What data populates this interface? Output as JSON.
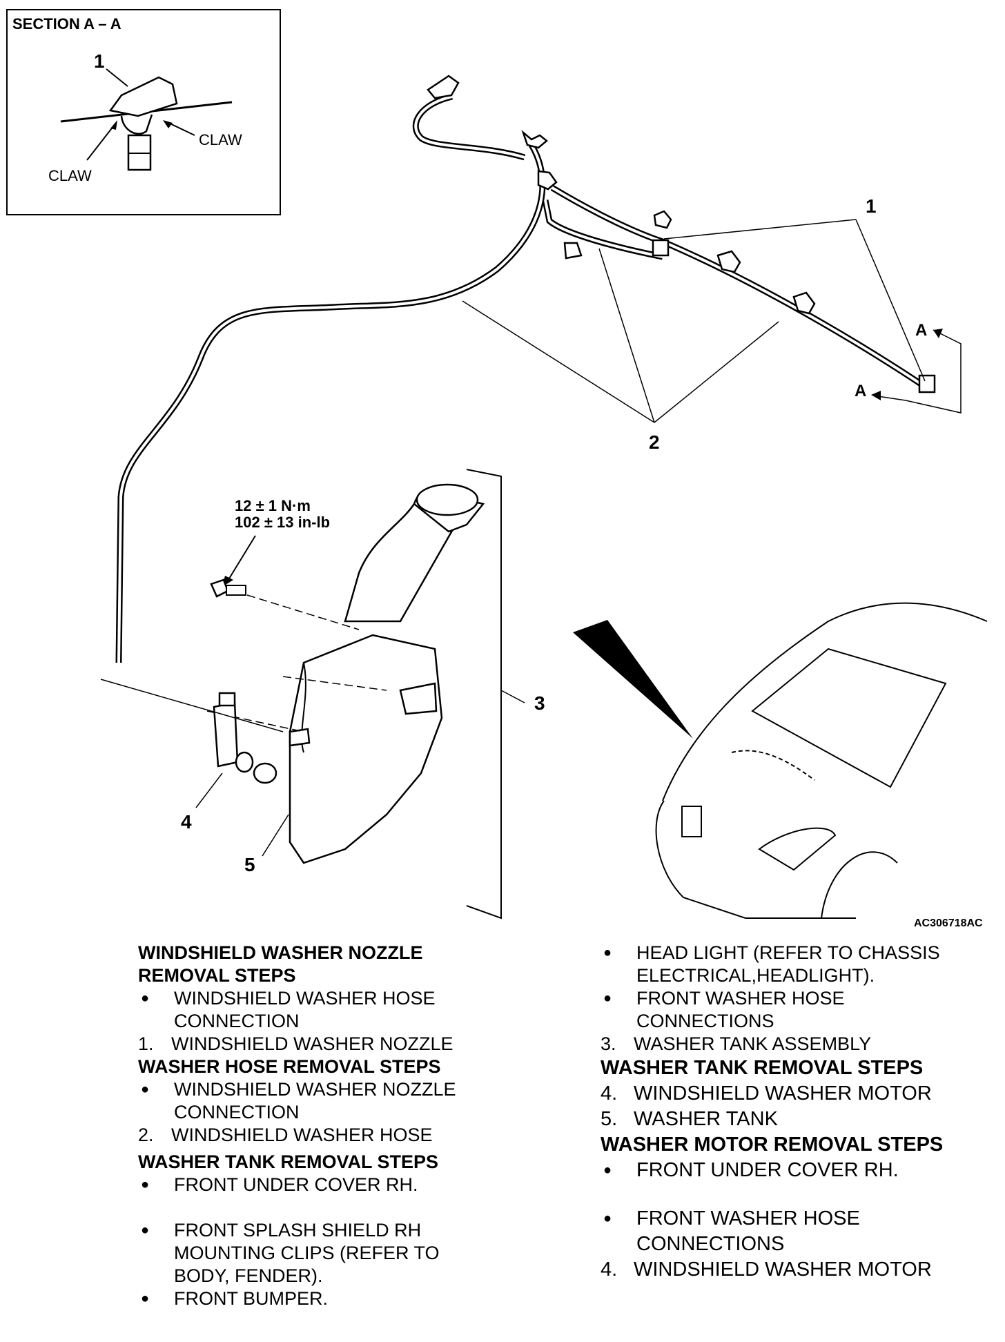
{
  "section": {
    "title": "SECTION A – A",
    "callout": "1",
    "claw_left": "CLAW",
    "claw_right": "CLAW"
  },
  "callouts": {
    "c1": "1",
    "c2": "2",
    "c3": "3",
    "c4": "4",
    "c5": "5",
    "arrow_top": "A",
    "arrow_bottom": "A"
  },
  "torque": {
    "line1": "12 ± 1 N·m",
    "line2": "102 ± 13 in-lb"
  },
  "figure_id": "AC306718AC",
  "col1": {
    "h1a": "WINDSHIELD WASHER NOZZLE",
    "h1b": "REMOVAL STEPS",
    "i1_line1": "WINDSHIELD WASHER HOSE",
    "i1_line2": "CONNECTION",
    "i2_num": "1.",
    "i2": "WINDSHIELD WASHER NOZZLE",
    "h2": "WASHER HOSE REMOVAL STEPS",
    "i3_line1": "WINDSHIELD WASHER NOZZLE",
    "i3_line2": "CONNECTION",
    "i4_num": "2.",
    "i4": "WINDSHIELD WASHER HOSE",
    "h3": "WASHER TANK REMOVAL STEPS",
    "i5": "FRONT UNDER COVER RH.",
    "i6_line1": "FRONT SPLASH SHIELD RH",
    "i6_line2": "MOUNTING CLIPS (REFER TO",
    "i6_line3": "BODY, FENDER).",
    "i7": "FRONT BUMPER."
  },
  "col2": {
    "i1_line1": "HEAD LIGHT (REFER TO  CHASSIS",
    "i1_line2": "ELECTRICAL,HEADLIGHT).",
    "i2_line1": "FRONT WASHER HOSE",
    "i2_line2": "CONNECTIONS",
    "i3_num": "3.",
    "i3": "WASHER TANK ASSEMBLY",
    "h1": "WASHER TANK REMOVAL STEPS",
    "i4_num": "4.",
    "i4": "WINDSHIELD WASHER MOTOR",
    "i5_num": "5.",
    "i5": "WASHER TANK",
    "h2": "WASHER MOTOR REMOVAL STEPS",
    "i6": "FRONT UNDER COVER RH.",
    "i7_line1": "FRONT WASHER HOSE",
    "i7_line2": "CONNECTIONS",
    "i8_num": "4.",
    "i8": "WINDSHIELD WASHER MOTOR"
  },
  "bullet_glyph": "●"
}
